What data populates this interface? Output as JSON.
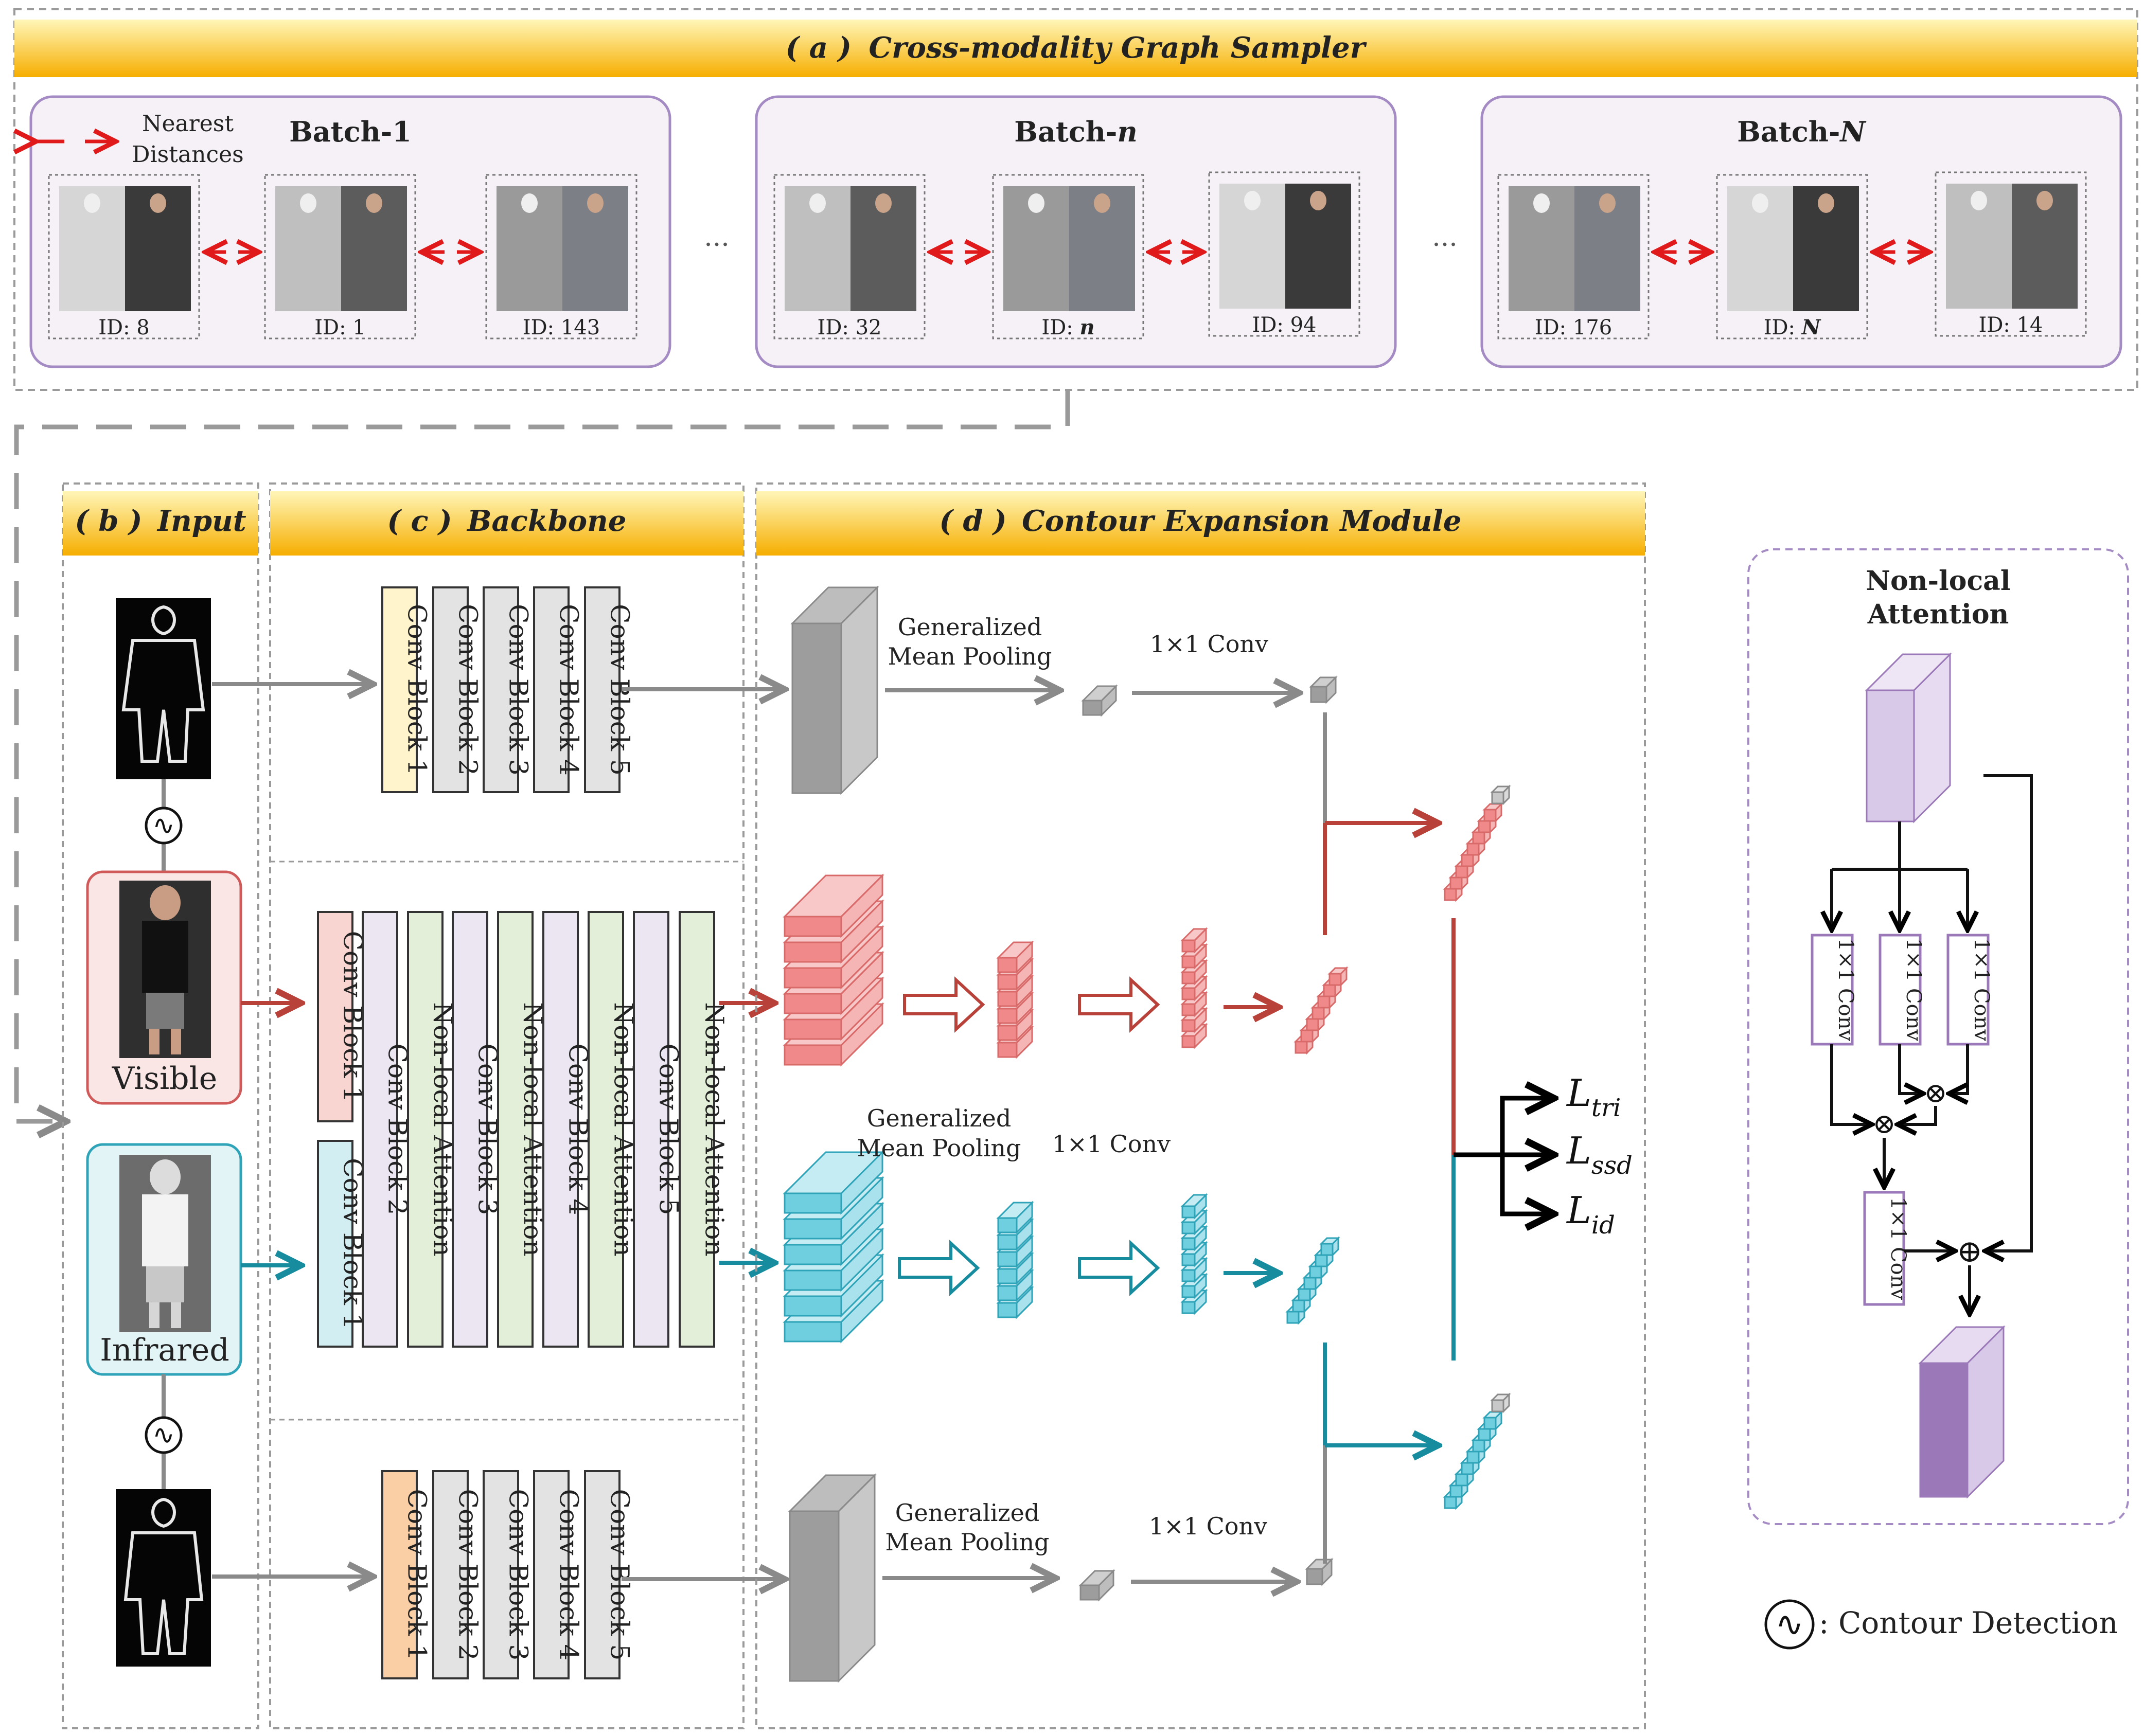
{
  "sections": {
    "sampler": {
      "prefix": "( a )",
      "title": "Cross-modality Graph Sampler"
    },
    "input": {
      "prefix": "( b )",
      "title": "Input"
    },
    "backbone": {
      "prefix": "( c )",
      "title": "Backbone"
    },
    "cem": {
      "prefix": "( d )",
      "title": "Contour Expansion Module"
    }
  },
  "sampler": {
    "legend": {
      "line1": "Nearest",
      "line2": "Distances"
    },
    "ellipsis": "...",
    "batches": [
      {
        "name_prefix": "Batch-",
        "name_suffix": "1",
        "italic_suffix": false,
        "ids": [
          {
            "prefix": "ID: ",
            "value": "8",
            "italic": false
          },
          {
            "prefix": "ID: ",
            "value": "1",
            "italic": false
          },
          {
            "prefix": "ID: ",
            "value": "143",
            "italic": false
          }
        ]
      },
      {
        "name_prefix": "Batch-",
        "name_suffix": "n",
        "italic_suffix": true,
        "ids": [
          {
            "prefix": "ID: ",
            "value": "32",
            "italic": false
          },
          {
            "prefix": "ID: ",
            "value": "n",
            "italic": true
          },
          {
            "prefix": "ID: ",
            "value": "94",
            "italic": false
          }
        ]
      },
      {
        "name_prefix": "Batch-",
        "name_suffix": "N",
        "italic_suffix": true,
        "ids": [
          {
            "prefix": "ID: ",
            "value": "176",
            "italic": false
          },
          {
            "prefix": "ID: ",
            "value": "N",
            "italic": true
          },
          {
            "prefix": "ID: ",
            "value": "14",
            "italic": false
          }
        ]
      }
    ]
  },
  "inputs": {
    "visible": "Visible",
    "infrared": "Infrared"
  },
  "backbone": {
    "plain_blocks": [
      "Conv Block 1",
      "Conv Block 2",
      "Conv Block 3",
      "Conv Block 4",
      "Conv Block 5"
    ],
    "mid_blocks": [
      "Conv Block 2",
      "Non-local Attention",
      "Conv Block 3",
      "Non-local Attention",
      "Conv Block 4",
      "Non-local Attention",
      "Conv Block 5",
      "Non-local Attention"
    ],
    "visible_block": "Conv Block 1",
    "infrared_block": "Conv Block 1"
  },
  "cem": {
    "gmp_line1": "Generalized",
    "gmp_line2": "Mean Pooling",
    "conv": "1×1 Conv"
  },
  "losses": [
    {
      "base": "L",
      "sub": "tri"
    },
    {
      "base": "L",
      "sub": "ssd"
    },
    {
      "base": "L",
      "sub": "id"
    }
  ],
  "nonlocal": {
    "title1": "Non-local",
    "title2": "Attention",
    "conv": "1×1 Conv",
    "multiply": "⊗",
    "add": "⊕"
  },
  "legend": {
    "symbol": "∿",
    "text": ":  Contour Detection"
  },
  "colors": {
    "header_top": "#fff3a8",
    "header_bottom": "#f7b500",
    "batch_border": "#a58bc4",
    "batch_fill": "#f5f1f7",
    "visible_border": "#d05a5a",
    "visible_fill": "#fbe6e6",
    "infrared_border": "#2fa3b8",
    "infrared_fill": "#e3f4f7",
    "red_stream": "#b8423a",
    "red_block": "#f08a8a",
    "cyan_stream": "#178c9e",
    "cyan_block": "#6fcfdf",
    "gray_stream": "#8a8a8a",
    "conv1_yellow": "#fff4cc",
    "conv1_orange": "#fbcfa6",
    "conv1_pink": "#f9d5d2",
    "conv1_cyan": "#d3eef3",
    "conv_gray": "#e3e3e3",
    "conv_lilac": "#ece6f2",
    "nonlocal_green": "#e3efd8",
    "purple_cube": "#9b79b8",
    "purple_light": "#d9c9e8"
  }
}
